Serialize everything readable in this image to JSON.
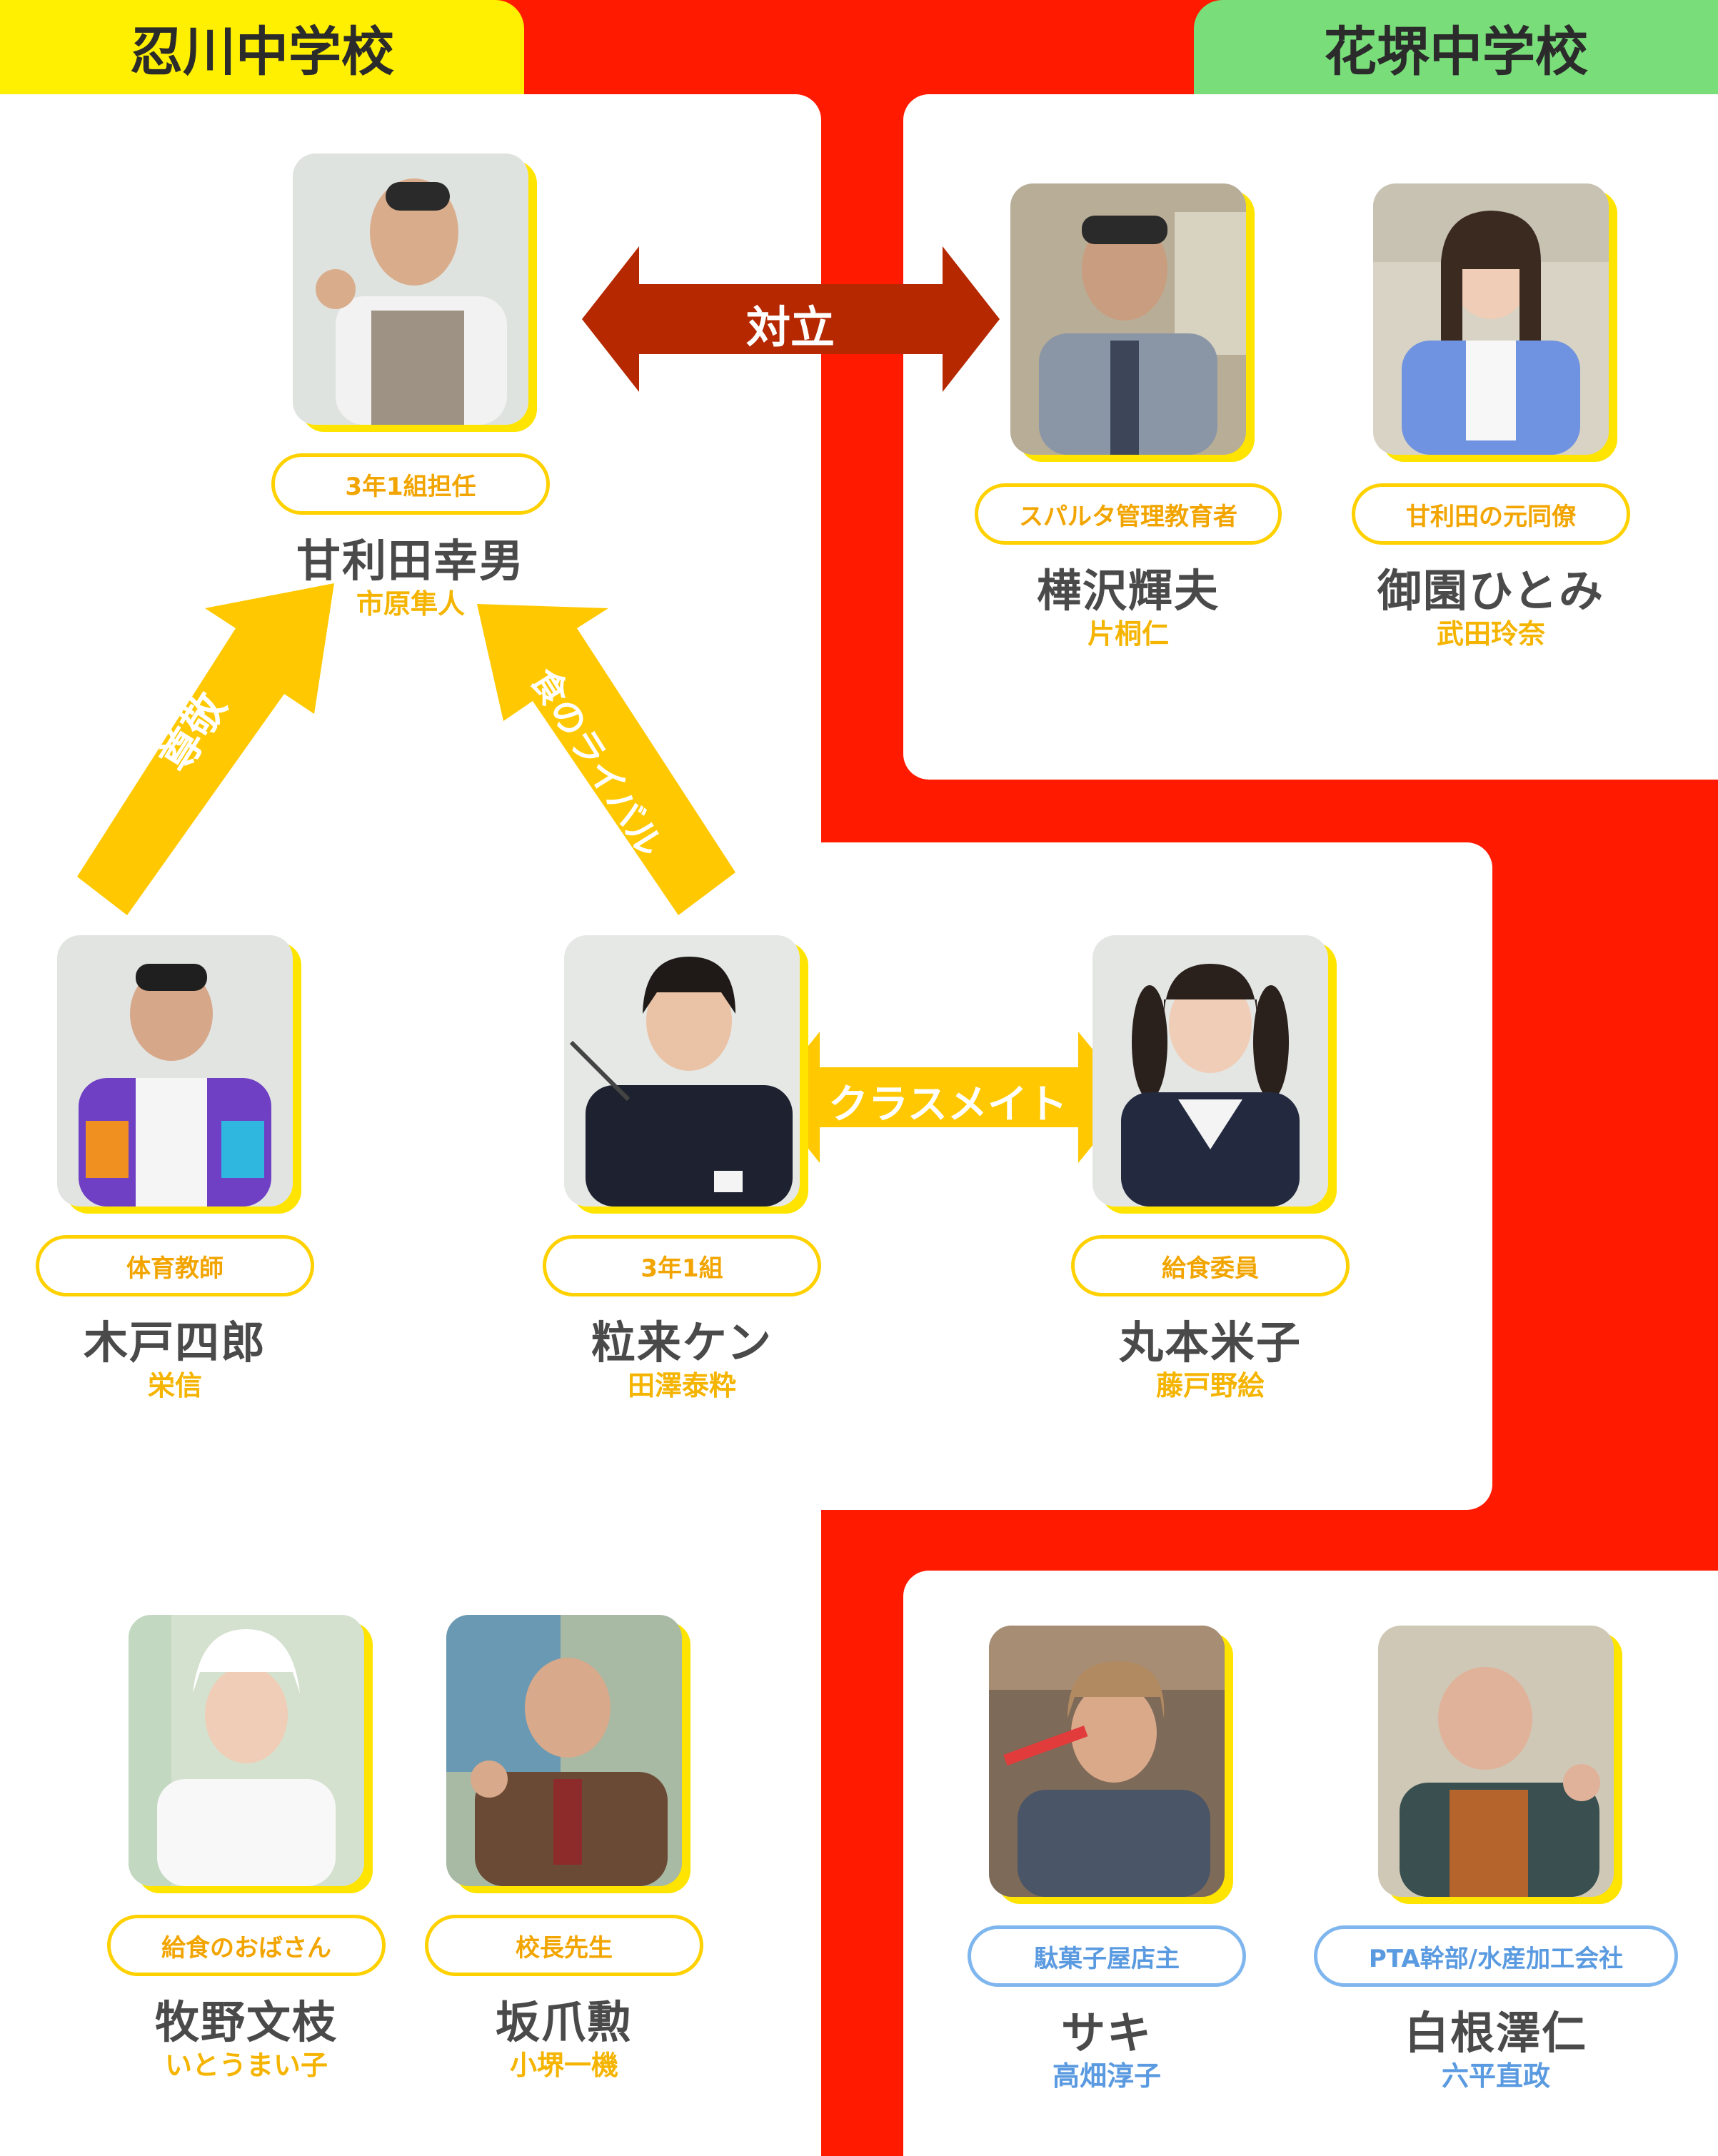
{
  "schools": {
    "left": {
      "name": "忍川中学校",
      "color": "#ffef00"
    },
    "right": {
      "name": "花堺中学校",
      "color": "#79dd7a"
    }
  },
  "relations": {
    "conflict": "対立",
    "respect": "尊敬",
    "food_rival": "食のライバル",
    "classmate": "クラスメイト"
  },
  "characters": {
    "amarida": {
      "role": "3年1組担任",
      "name": "甘利田幸男",
      "actor": "市原隼人"
    },
    "kabasawa": {
      "role": "スパルタ管理教育者",
      "name": "樺沢輝夫",
      "actor": "片桐仁"
    },
    "misono": {
      "role": "甘利田の元同僚",
      "name": "御園ひとみ",
      "actor": "武田玲奈"
    },
    "kido": {
      "role": "体育教師",
      "name": "木戸四郎",
      "actor": "栄信"
    },
    "ryuku": {
      "role": "3年1組",
      "name": "粒来ケン",
      "actor": "田澤泰粋"
    },
    "marumoto": {
      "role": "給食委員",
      "name": "丸本米子",
      "actor": "藤戸野絵"
    },
    "makino": {
      "role": "給食のおばさん",
      "name": "牧野文枝",
      "actor": "いとうまい子"
    },
    "sakatsume": {
      "role": "校長先生",
      "name": "坂爪勲",
      "actor": "小堺一機"
    },
    "saki": {
      "role": "駄菓子屋店主",
      "name": "サキ",
      "actor": "高畑淳子"
    },
    "shirane": {
      "role": "PTA幹部/水産加工会社",
      "name": "白根澤仁",
      "actor": "六平直政"
    }
  },
  "colors": {
    "background": "#ff1a00",
    "accent_yellow": "#ffd100",
    "accent_blue": "#7fb6ee",
    "conflict_arrow": "#b52800"
  }
}
